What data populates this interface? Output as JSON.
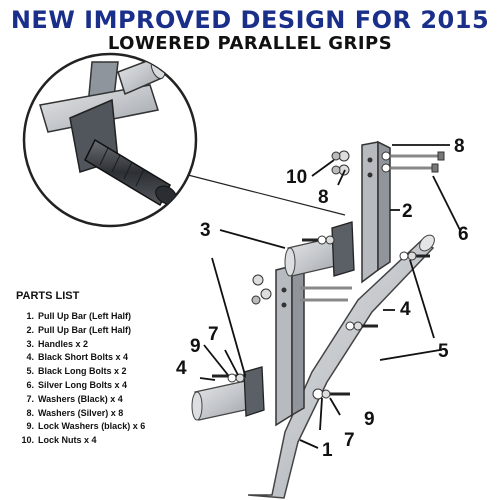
{
  "header": {
    "title": "NEW IMPROVED DESIGN FOR 2015",
    "subtitle": "LOWERED PARALLEL GRIPS"
  },
  "parts_list": {
    "heading": "PARTS LIST",
    "items": [
      {
        "num": "1.",
        "label": "Pull Up Bar (Left Half)"
      },
      {
        "num": "2.",
        "label": "Pull Up Bar (Left Half)"
      },
      {
        "num": "3.",
        "label": "Handles x 2"
      },
      {
        "num": "4.",
        "label": "Black Short Bolts x 4"
      },
      {
        "num": "5.",
        "label": "Black Long Bolts x 2"
      },
      {
        "num": "6.",
        "label": "Silver Long Bolts x 4"
      },
      {
        "num": "7.",
        "label": "Washers (Black) x 4"
      },
      {
        "num": "8.",
        "label": "Washers (Silver) x 8"
      },
      {
        "num": "9.",
        "label": "Lock Washers (black) x 6"
      },
      {
        "num": "10.",
        "label": "Lock Nuts x 4"
      }
    ]
  },
  "callouts": {
    "c1": "1",
    "c2": "2",
    "c3": "3",
    "c4a": "4",
    "c4b": "4",
    "c5": "5",
    "c6": "6",
    "c7a": "7",
    "c7b": "7",
    "c8a": "8",
    "c8b": "8",
    "c9a": "9",
    "c9b": "9",
    "c10": "10"
  },
  "colors": {
    "title": "#1a2f8a",
    "steel": "#c9ccd0",
    "steel_edge": "#555a60",
    "handle_grip": "#3a3d42"
  }
}
